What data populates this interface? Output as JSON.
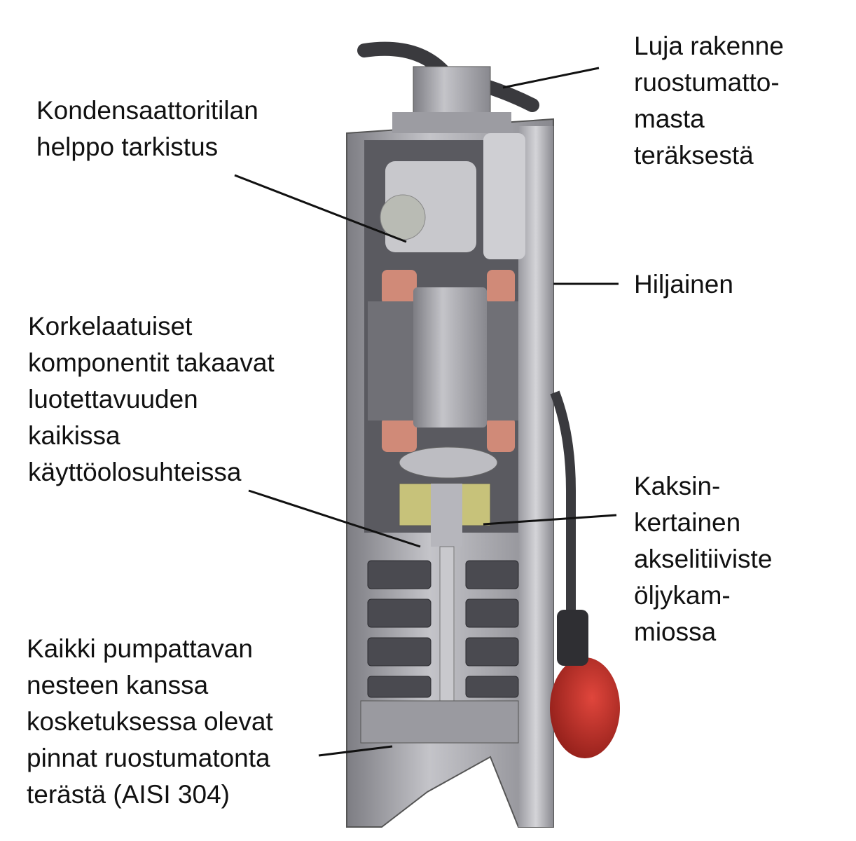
{
  "labels": {
    "steel_construction": [
      "Luja rakenne",
      "ruostumatto-",
      "masta",
      "teräksestä"
    ],
    "capacitor": [
      "Kondensaattoritilan",
      "helppo tarkistus"
    ],
    "quiet": [
      "Hiljainen"
    ],
    "components": [
      "Korkelaatuiset",
      "komponentit takaavat",
      "luotettavuuden",
      "kaikissa",
      "käyttöolosuhteissa"
    ],
    "seal": [
      "Kaksin-",
      "kertainen",
      "akselitiiviste",
      "öljykam-",
      "miossa"
    ],
    "surfaces": [
      "Kaikki pumpattavan",
      "nesteen kanssa",
      "kosketuksessa olevat",
      "pinnat ruostumatonta",
      "terästä (AISI 304)"
    ]
  },
  "colors": {
    "steel": "#a9a9ae",
    "steel_dark": "#6f6f75",
    "copper": "#d08a78",
    "float": "#c9302a",
    "cable": "#3a3a3e"
  }
}
